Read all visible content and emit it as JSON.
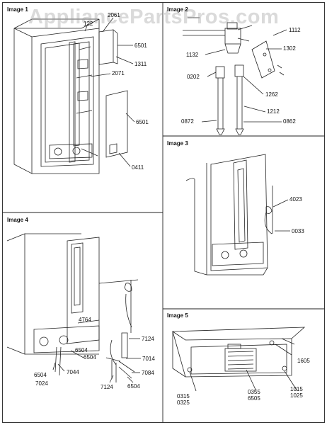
{
  "watermark": "AppliancePartsPros.com",
  "panels": [
    {
      "title": "Image 1",
      "labels": [
        "2061",
        "122",
        "6501",
        "1311",
        "2071",
        "6501",
        "0411"
      ]
    },
    {
      "title": "Image 2",
      "labels": [
        "1112",
        "1132",
        "1302",
        "0202",
        "1262",
        "1212",
        "0872",
        "0862"
      ]
    },
    {
      "title": "Image 3",
      "labels": [
        "4023",
        "0033"
      ]
    },
    {
      "title": "Image 4",
      "labels": [
        "4764",
        "7124",
        "7014",
        "7084",
        "6504",
        "6504",
        "7044",
        "7024",
        "7124",
        "6504",
        "6504"
      ]
    },
    {
      "title": "Image 5",
      "labels": [
        "1605",
        "0315\n0325",
        "0355\n6505",
        "1015\n1025"
      ]
    }
  ]
}
